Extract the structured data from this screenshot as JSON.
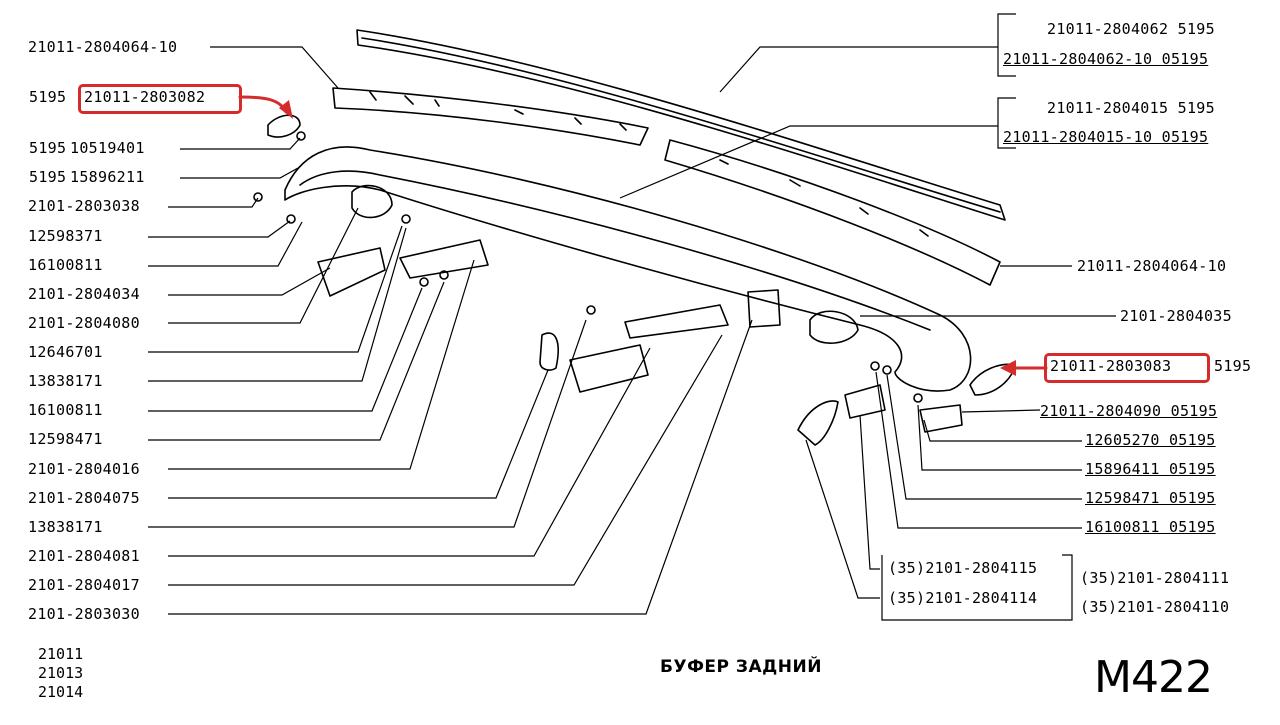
{
  "title": "БУФЕР ЗАДНИЙ",
  "sheet_code": "M422",
  "models": [
    "21011",
    "21013",
    "21014"
  ],
  "left_labels": [
    {
      "name": "21011-2804064-10"
    },
    {
      "prefix": "5195",
      "name": "21011-2803082"
    },
    {
      "prefix": "5195",
      "name": "10519401"
    },
    {
      "prefix": "5195",
      "name": "15896211"
    },
    {
      "name": "2101-2803038"
    },
    {
      "name": "12598371"
    },
    {
      "name": "16100811"
    },
    {
      "name": "2101-2804034"
    },
    {
      "name": "2101-2804080"
    },
    {
      "name": "12646701"
    },
    {
      "name": "13838171"
    },
    {
      "name": "16100811"
    },
    {
      "name": "12598471"
    },
    {
      "name": "2101-2804016"
    },
    {
      "name": "2101-2804075"
    },
    {
      "name": "13838171"
    },
    {
      "name": "2101-2804081"
    },
    {
      "name": "2101-2804017"
    },
    {
      "name": "2101-2803030"
    }
  ],
  "right_labels": [
    {
      "text": "21011-2804062  5195"
    },
    {
      "text": "21011-2804062-10  05195"
    },
    {
      "text": "21011-2804015  5195"
    },
    {
      "text": "21011-2804015-10  05195"
    },
    {
      "text": "21011-2804064-10"
    },
    {
      "text": "2101-2804035"
    },
    {
      "name": "21011-2803083",
      "suffix": "5195"
    },
    {
      "text": "21011-2804090  05195"
    },
    {
      "text": "12605270  05195"
    },
    {
      "text": "15896411  05195"
    },
    {
      "text": "12598471  05195"
    },
    {
      "text": "16100811  05195"
    }
  ],
  "bottom_group": {
    "left": [
      "(35)2101-2804115",
      "(35)2101-2804114"
    ],
    "right": [
      "(35)2101-2804111",
      "(35)2101-2804110"
    ]
  },
  "highlight_color": "#d62b2b"
}
